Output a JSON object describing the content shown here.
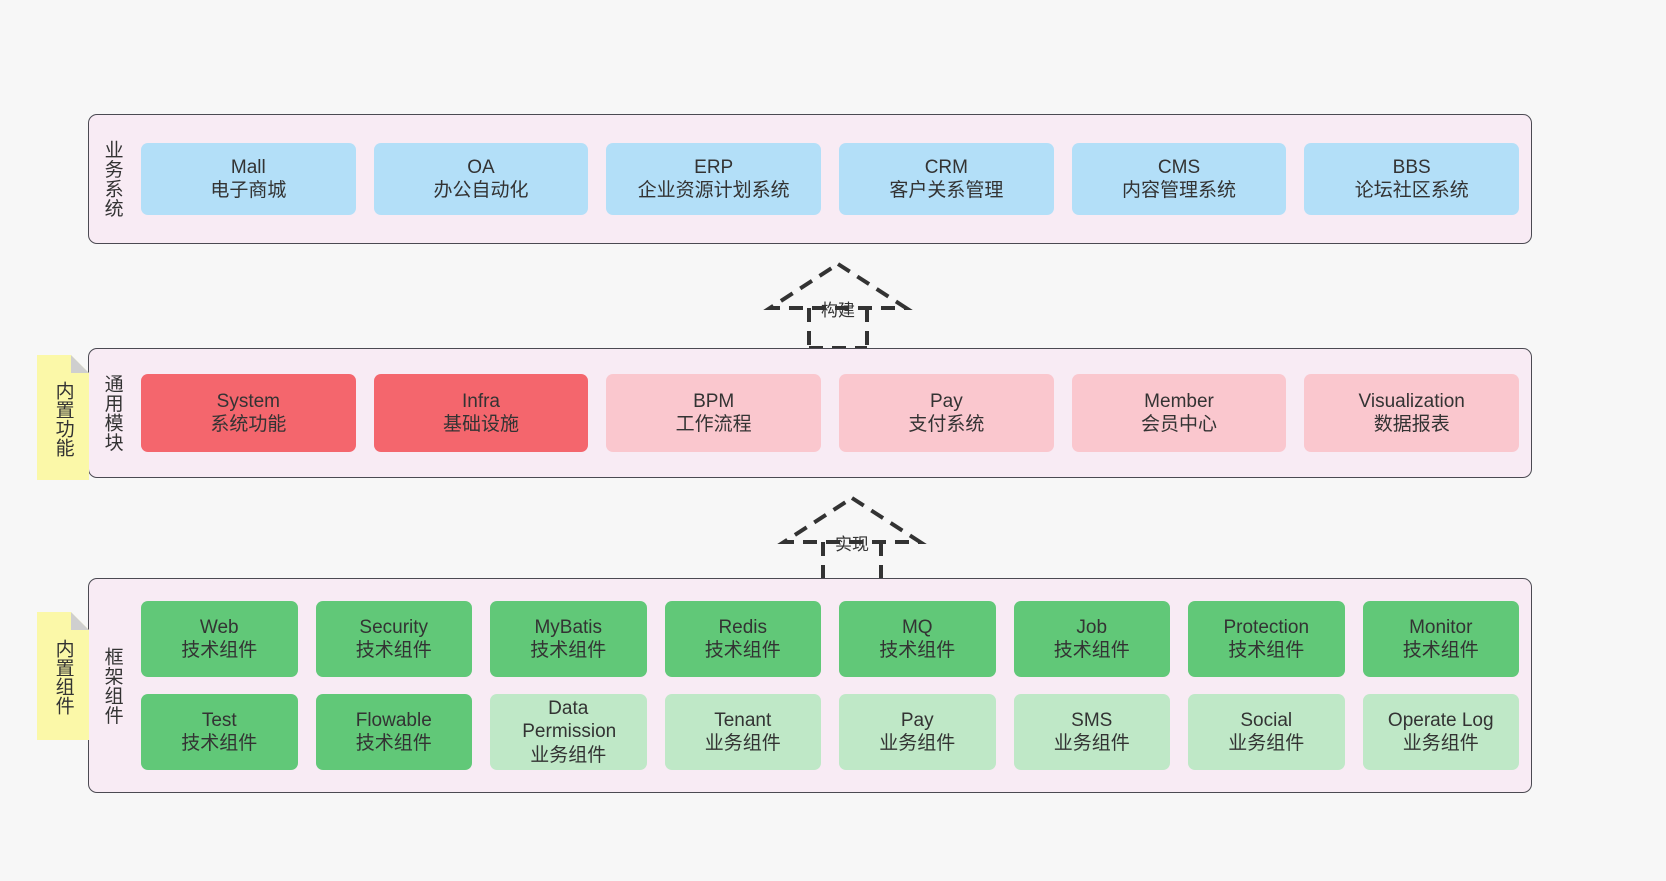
{
  "page": {
    "background": "#f7f7f7",
    "text_color": "#333333"
  },
  "colors": {
    "panel_bg": "#f8ebf4",
    "panel_border": "#4b4a52",
    "business": "#b3dff8",
    "module_active": "#f4666d",
    "module_plain": "#fac7ce",
    "tech_component": "#61c878",
    "biz_component": "#bfe8c7",
    "note_bg": "#fbf8a8",
    "note_fold": "#cfcfcf"
  },
  "layers": [
    {
      "id": "business-systems",
      "title": "业务系统",
      "rows": [
        [
          {
            "name": "Mall",
            "sub": "电子商城",
            "style": "c-blue"
          },
          {
            "name": "OA",
            "sub": "办公自动化",
            "style": "c-blue"
          },
          {
            "name": "ERP",
            "sub": "企业资源计划系统",
            "style": "c-blue"
          },
          {
            "name": "CRM",
            "sub": "客户关系管理",
            "style": "c-blue"
          },
          {
            "name": "CMS",
            "sub": "内容管理系统",
            "style": "c-blue"
          },
          {
            "name": "BBS",
            "sub": "论坛社区系统",
            "style": "c-blue"
          }
        ]
      ]
    },
    {
      "id": "common-modules",
      "title": "通用模块",
      "note": "内置功能",
      "rows": [
        [
          {
            "name": "System",
            "sub": "系统功能",
            "style": "c-red"
          },
          {
            "name": "Infra",
            "sub": "基础设施",
            "style": "c-red"
          },
          {
            "name": "BPM",
            "sub": "工作流程",
            "style": "c-pink"
          },
          {
            "name": "Pay",
            "sub": "支付系统",
            "style": "c-pink"
          },
          {
            "name": "Member",
            "sub": "会员中心",
            "style": "c-pink"
          },
          {
            "name": "Visualization",
            "sub": "数据报表",
            "style": "c-pink"
          }
        ]
      ]
    },
    {
      "id": "framework-components",
      "title": "框架组件",
      "note": "内置组件",
      "rows": [
        [
          {
            "name": "Web",
            "sub": "技术组件",
            "style": "c-green"
          },
          {
            "name": "Security",
            "sub": "技术组件",
            "style": "c-green"
          },
          {
            "name": "MyBatis",
            "sub": "技术组件",
            "style": "c-green"
          },
          {
            "name": "Redis",
            "sub": "技术组件",
            "style": "c-green"
          },
          {
            "name": "MQ",
            "sub": "技术组件",
            "style": "c-green"
          },
          {
            "name": "Job",
            "sub": "技术组件",
            "style": "c-green"
          },
          {
            "name": "Protection",
            "sub": "技术组件",
            "style": "c-green"
          },
          {
            "name": "Monitor",
            "sub": "技术组件",
            "style": "c-green"
          }
        ],
        [
          {
            "name": "Test",
            "sub": "技术组件",
            "style": "c-green"
          },
          {
            "name": "Flowable",
            "sub": "技术组件",
            "style": "c-green"
          },
          {
            "name": "Data Permission",
            "sub": "业务组件",
            "style": "c-lightgreen"
          },
          {
            "name": "Tenant",
            "sub": "业务组件",
            "style": "c-lightgreen"
          },
          {
            "name": "Pay",
            "sub": "业务组件",
            "style": "c-lightgreen"
          },
          {
            "name": "SMS",
            "sub": "业务组件",
            "style": "c-lightgreen"
          },
          {
            "name": "Social",
            "sub": "业务组件",
            "style": "c-lightgreen"
          },
          {
            "name": "Operate Log",
            "sub": "业务组件",
            "style": "c-lightgreen"
          }
        ]
      ]
    }
  ],
  "connectors": [
    {
      "id": "build",
      "label": "构建"
    },
    {
      "id": "implement",
      "label": "实现"
    }
  ]
}
